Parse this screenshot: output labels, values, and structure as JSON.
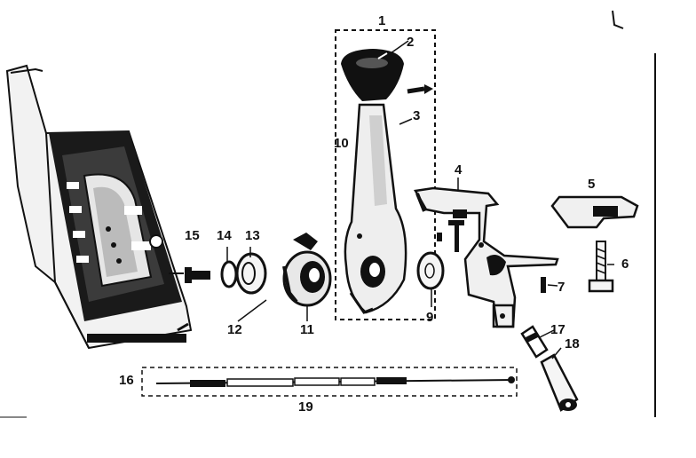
{
  "labels": [
    {
      "id": "p1",
      "text": "1"
    },
    {
      "id": "p2",
      "text": "2"
    },
    {
      "id": "p3",
      "text": "3"
    },
    {
      "id": "p4",
      "text": "4"
    },
    {
      "id": "p5",
      "text": "5"
    },
    {
      "id": "p6",
      "text": "6"
    },
    {
      "id": "p7",
      "text": "7"
    },
    {
      "id": "p9",
      "text": "9"
    },
    {
      "id": "p10",
      "text": "10"
    },
    {
      "id": "p11",
      "text": "11"
    },
    {
      "id": "p12",
      "text": "12"
    },
    {
      "id": "p13",
      "text": "13"
    },
    {
      "id": "p14",
      "text": "14"
    },
    {
      "id": "p15",
      "text": "15"
    },
    {
      "id": "p16",
      "text": "16"
    },
    {
      "id": "p17",
      "text": "17"
    },
    {
      "id": "p18",
      "text": "18"
    },
    {
      "id": "p19",
      "text": "19"
    }
  ],
  "colors": {
    "ink": "#111111",
    "paper": "#ffffff",
    "shade": "#d9d9d9"
  }
}
